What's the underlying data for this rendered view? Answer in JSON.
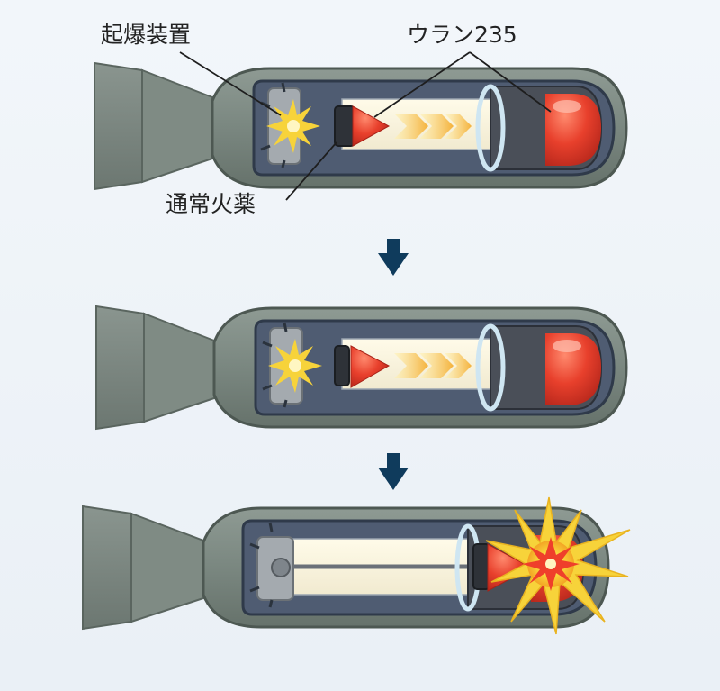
{
  "labels": {
    "detonator": "起爆装置",
    "uranium": "ウラン235",
    "explosive": "通常火薬"
  },
  "stages": [
    {
      "step": 1,
      "state": "detonation"
    },
    {
      "step": 2,
      "state": "projectile-fired"
    },
    {
      "step": 3,
      "state": "critical-mass-explosion"
    }
  ],
  "colors": {
    "casing": "#7d8a82",
    "casing_dark": "#5e6a63",
    "inner_panel": "#4f5c72",
    "barrel": "#fbf6dd",
    "uranium": "#e8402c",
    "arrow": "#0f3b5c",
    "flash": "#f7d33a"
  }
}
